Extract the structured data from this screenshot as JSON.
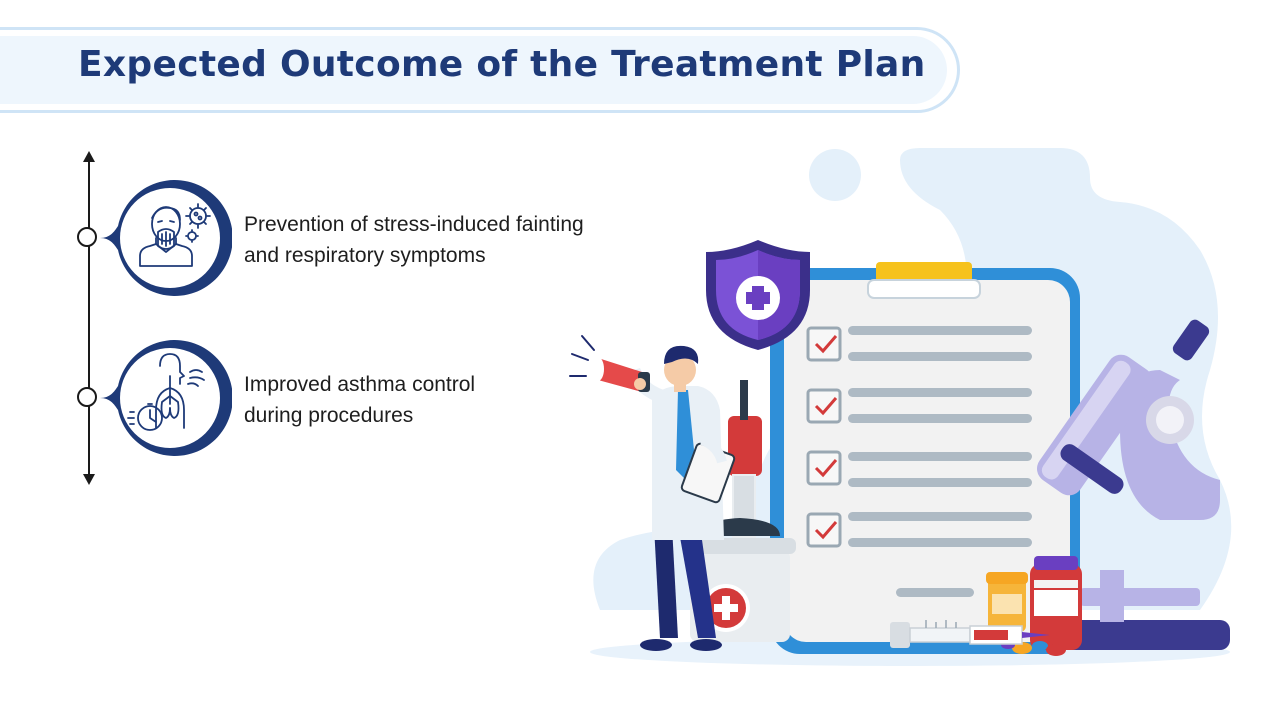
{
  "slide": {
    "title": "Expected Outcome of the Treatment Plan"
  },
  "timeline": {
    "items": [
      {
        "line1": "Prevention of stress-induced fainting",
        "line2": "and respiratory symptoms",
        "icon": "sneezing-person-icon"
      },
      {
        "line1": "Improved asthma control",
        "line2": "during procedures",
        "icon": "lungs-timer-icon"
      }
    ]
  },
  "illustration": {
    "subject": "doctor-with-megaphone-and-checklist",
    "checklist_items": 4
  },
  "colors": {
    "title": "#1e3a78",
    "navy": "#1e3a78",
    "light_blue": "#dcebf8",
    "checklist_border": "#2f8fd8",
    "check_red": "#d33a3a",
    "shield_purple": "#6a3fc1"
  }
}
